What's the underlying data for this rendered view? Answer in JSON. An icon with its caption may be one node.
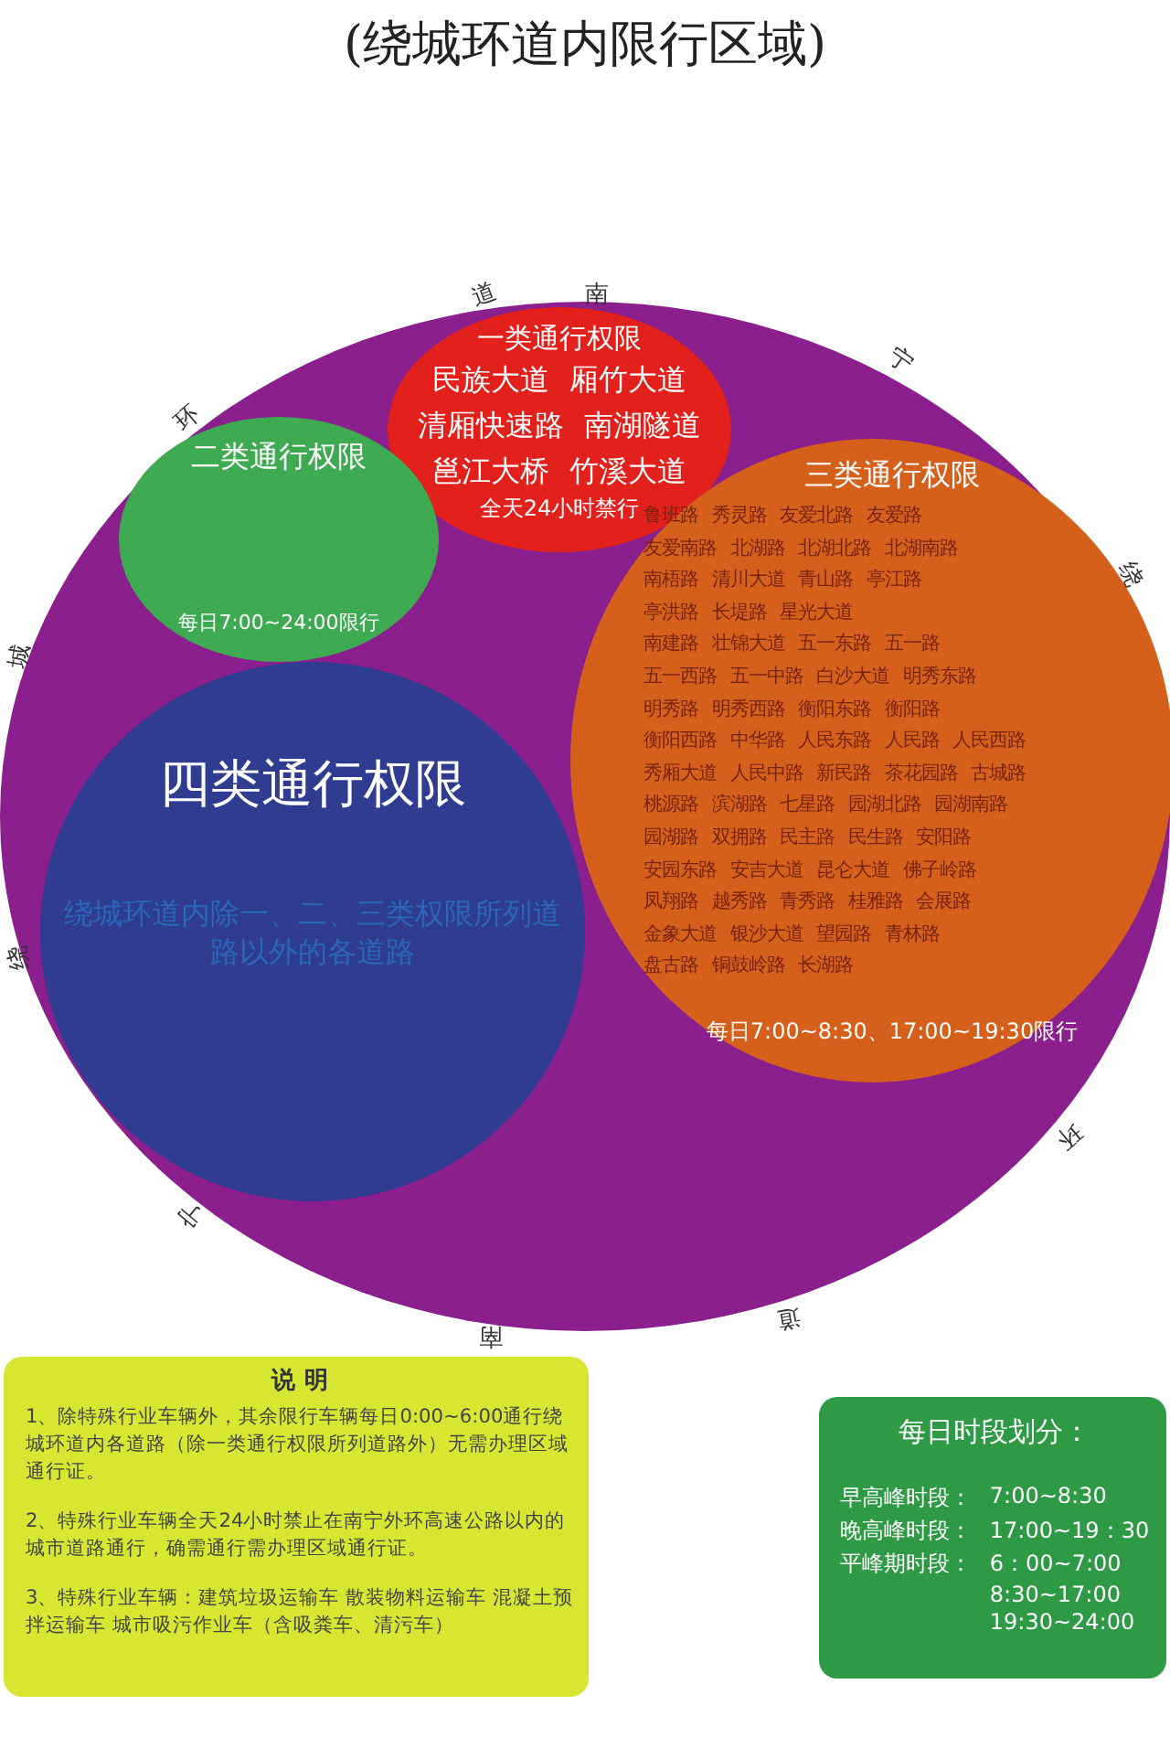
{
  "diagram": {
    "title": "(绕城环道内限行区域)",
    "nodes": [
      {
        "text": [],
        "shape": "circle"
      },
      {
        "text": [
          "一类通行权限",
          "民族大道 厢竹大道",
          "清厢快速路 南湖隧道",
          "邕江大桥 竹溪大道",
          "全天24小时禁行"
        ],
        "in": 0
      },
      {
        "text": [
          "二类通行权限",
          "每日7:00~24:00限行"
        ],
        "in": 0
      },
      {
        "text": [
          "三类通行权限",
          "鲁班路 秀灵路 友爱北路 友爱路",
          "友爱南路 北湖路 北湖北路 北湖南路",
          "南梧路 清川大道 青山路 亭江路",
          "亭洪路 长堤路 星光大道",
          "南建路 壮锦大道 五一东路 五一路",
          "五一西路 五一中路 白沙大道 明秀东路",
          "明秀路 明秀西路 衡阳东路 衡阳路",
          "衡阳西路 中华路 人民东路 人民路 人民西路",
          "秀厢大道 人民中路 新民路 茶花园路 古城路",
          "桃源路 滨湖路 七星路 园湖北路 园湖南路",
          "园湖路 双拥路 民主路 民生路 安阳路",
          "安园东路 安吉大道 昆仑大道 佛子岭路",
          "凤翔路 越秀路 青秀路 桂雅路 会展路",
          "金象大道 银沙大道 望园路 青林路",
          "盘古路 铜鼓岭路 长湖路",
          "每日7:00~8:30、17:00~19:30限行"
        ],
        "in": 0
      },
      {
        "text": [
          "四类通行权限",
          "绕城环道内除一、二、三类权限所列道路以外的各道路"
        ],
        "in": 0
      },
      {
        "text": [
          "说 明",
          "1、除特殊行业车辆外，其余限行车辆每日0:00~6:00通行绕城环道内各道路（除一类通行权限所列道路外）无需办理区域通行证。",
          "2、特殊行业车辆全天24小时禁止在南宁外环高速公路以内的城市道路通行，确需通行需办理区域通行证。",
          "3、特殊行业车辆：建筑垃圾运输车 散装物料运输车 混凝土预拌运输车 城市吸污作业车（含吸粪车、清污车）"
        ]
      },
      {
        "text": [
          "每日时段划分：",
          "早高峰时段：",
          "7:00~8:30",
          "晚高峰时段：",
          "17:00~19：30",
          "平峰期时段：",
          "6：00~7:00",
          "8:30~17:00",
          "19:30~24:00"
        ]
      }
    ],
    "edges": [],
    "labels": [
      "道",
      "南",
      "环",
      "宁",
      "绕",
      "城",
      "环",
      "绕",
      "宁",
      "南",
      "道"
    ]
  }
}
